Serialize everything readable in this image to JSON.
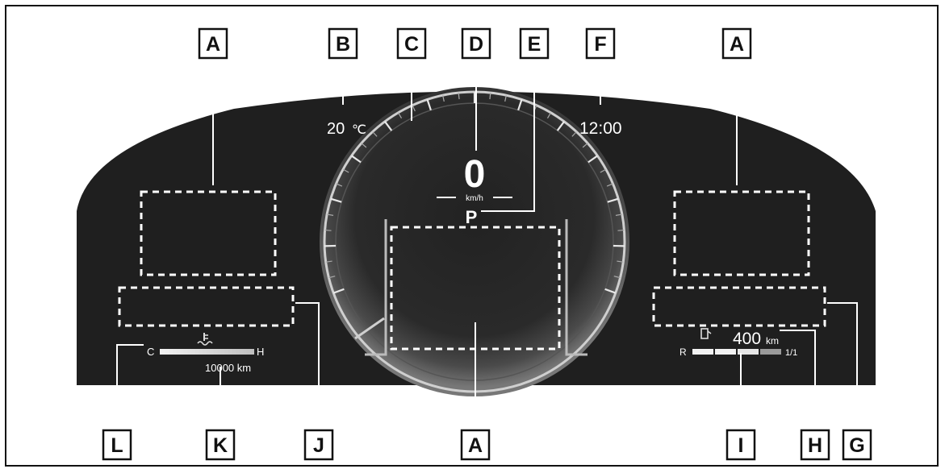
{
  "cluster": {
    "outside_temp": "20",
    "temp_unit": "℃",
    "clock": "12:00",
    "speed": "0",
    "speed_unit": "km/h",
    "gear": "P",
    "range_value": "400",
    "range_unit": "km",
    "fuel_empty_label": "R",
    "fuel_full_label": "1/1",
    "coolant_cold_label": "C",
    "coolant_hot_label": "H",
    "odometer": "10000 km"
  },
  "callouts": {
    "A": "A",
    "B": "B",
    "C": "C",
    "D": "D",
    "E": "E",
    "F": "F",
    "G": "G",
    "H": "H",
    "I": "I",
    "J": "J",
    "K": "K",
    "L": "L"
  },
  "colors": {
    "panel": "#1f1f1f",
    "display_text": "#ffffff",
    "callout_box": "#111111"
  }
}
